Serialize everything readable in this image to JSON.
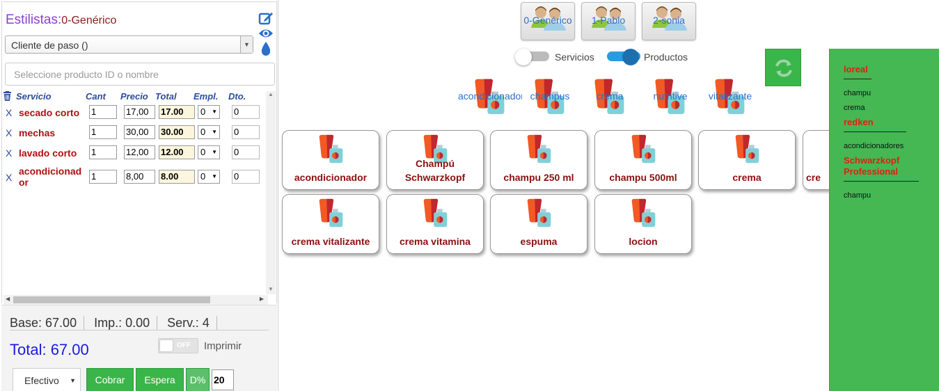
{
  "left": {
    "title_label": "Estilistas:",
    "title_name": "0-Genérico",
    "client_select": "Cliente de paso ()",
    "search_placeholder": "Seleccione producto ID o nombre",
    "headers": {
      "servicio": "Servicio",
      "cant": "Cant",
      "precio": "Precio",
      "total": "Total",
      "empl": "Empl.",
      "dto": "Dto."
    },
    "rows": [
      {
        "x": "X",
        "name": "secado corto",
        "cant": "1",
        "precio": "17,00",
        "total": "17.00",
        "empl": "0",
        "dto": "0"
      },
      {
        "x": "X",
        "name": "mechas",
        "cant": "1",
        "precio": "30,00",
        "total": "30.00",
        "empl": "0",
        "dto": "0"
      },
      {
        "x": "X",
        "name": "lavado corto",
        "cant": "1",
        "precio": "12,00",
        "total": "12.00",
        "empl": "0",
        "dto": "0"
      },
      {
        "x": "X",
        "name": "acondicionad or",
        "cant": "1",
        "precio": "8,00",
        "total": "8.00",
        "empl": "0",
        "dto": "0"
      }
    ],
    "base": "Base: 67.00",
    "imp": "Imp.: 0.00",
    "serv": "Serv.: 4",
    "total": "Total: 67.00",
    "print_toggle": "OFF",
    "print_label": "Imprimir",
    "payment": "Efectivo",
    "cobrar": "Cobrar",
    "espera": "Espera",
    "dpct": "D%",
    "dpct_value": "20"
  },
  "stylists": [
    "0-Genérico",
    "1-Pablo",
    "2-sonia"
  ],
  "switches": {
    "servicios": "Servicios",
    "productos": "Productos"
  },
  "categories": [
    "acondicionador",
    "champus",
    "crema",
    "nutritive",
    "vitalizante"
  ],
  "products": [
    {
      "label": "acondicionador"
    },
    {
      "label": "Champú Schwarzkopf"
    },
    {
      "label": "champu 250 ml"
    },
    {
      "label": "champu 500ml"
    },
    {
      "label": "crema"
    },
    {
      "label": "cre"
    },
    {
      "label": "crema vitalizante"
    },
    {
      "label": "crema vitamina"
    },
    {
      "label": "espuma"
    },
    {
      "label": "locion"
    }
  ],
  "brands": [
    {
      "name": "loreal",
      "items": [
        "champu",
        "crema"
      ]
    },
    {
      "name": "redken",
      "items": [
        "acondicionadores"
      ]
    },
    {
      "name": "Schwarzkopf Professional",
      "items": [
        "champu"
      ]
    }
  ],
  "colors": {
    "accent_green": "#45b753",
    "brand_red": "#e02010",
    "product_red": "#8b1010",
    "link_blue": "#2a6fc9"
  }
}
